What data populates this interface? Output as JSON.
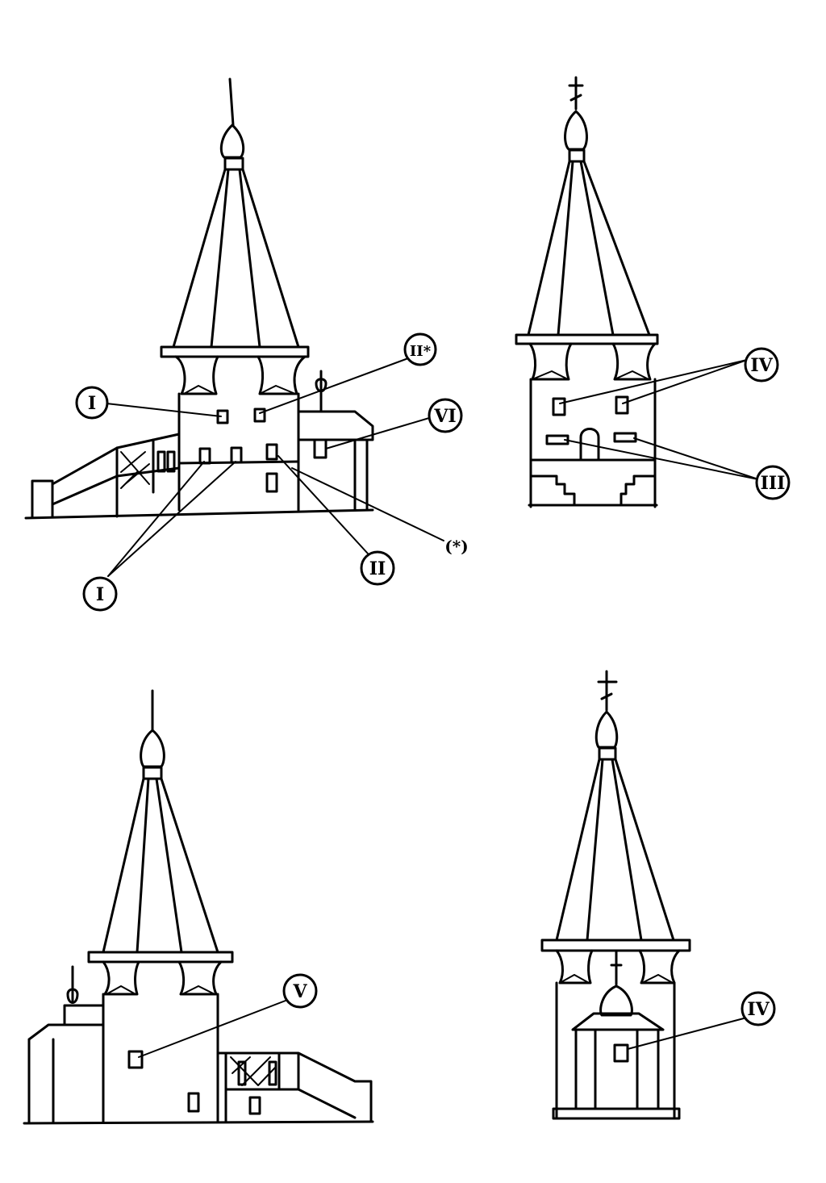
{
  "labels": {
    "tl_left_upper": "I",
    "tl_upper_right": "II*",
    "tl_annex": "VI",
    "tl_bottom_left": "I",
    "tl_bottom_right": "II",
    "tl_star_note": "(*)",
    "tr_upper": "IV",
    "tr_lower": "III",
    "bl_window": "V",
    "br_window": "IV"
  }
}
